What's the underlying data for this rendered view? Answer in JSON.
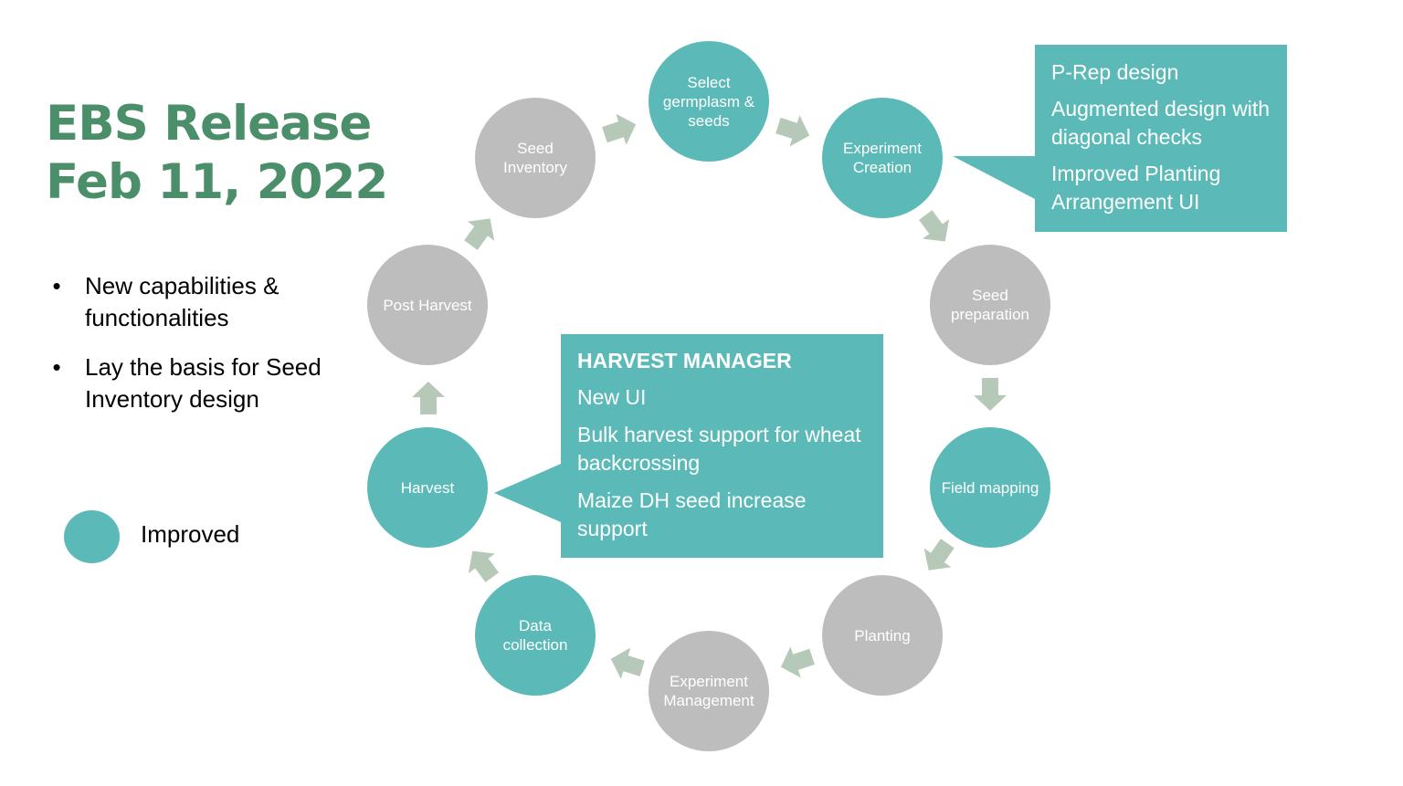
{
  "title": {
    "line1": "EBS Release",
    "line2": "Feb 11, 2022"
  },
  "bullets": [
    "New capabilities & functionalities",
    "Lay the basis for Seed Inventory design"
  ],
  "legend": {
    "label": "Improved"
  },
  "colors": {
    "improved": "#5bbab8",
    "unchanged": "#bdbdbd",
    "arrow": "#b6c8b8",
    "title": "#4a8f6a"
  },
  "cycle": [
    {
      "id": "select",
      "lines": [
        "Select",
        "germplasm &",
        "seeds"
      ],
      "status": "improved"
    },
    {
      "id": "experiment-creation",
      "lines": [
        "Experiment",
        "Creation"
      ],
      "status": "improved"
    },
    {
      "id": "seed-preparation",
      "lines": [
        "Seed",
        "preparation"
      ],
      "status": "unchanged"
    },
    {
      "id": "field-mapping",
      "lines": [
        "Field mapping"
      ],
      "status": "improved"
    },
    {
      "id": "planting",
      "lines": [
        "Planting"
      ],
      "status": "unchanged"
    },
    {
      "id": "experiment-management",
      "lines": [
        "Experiment",
        "Management"
      ],
      "status": "unchanged"
    },
    {
      "id": "data-collection",
      "lines": [
        "Data",
        "collection"
      ],
      "status": "improved"
    },
    {
      "id": "harvest",
      "lines": [
        "Harvest"
      ],
      "status": "improved"
    },
    {
      "id": "post-harvest",
      "lines": [
        "Post Harvest"
      ],
      "status": "unchanged"
    },
    {
      "id": "seed-inventory",
      "lines": [
        "Seed",
        "Inventory"
      ],
      "status": "unchanged"
    }
  ],
  "callouts": {
    "experiment": {
      "items": [
        "P-Rep design",
        "Augmented design with diagonal checks",
        "Improved Planting Arrangement UI"
      ]
    },
    "harvest": {
      "heading": "HARVEST MANAGER",
      "items": [
        "New UI",
        "Bulk harvest support for wheat backcrossing",
        "Maize DH seed increase support"
      ]
    }
  }
}
